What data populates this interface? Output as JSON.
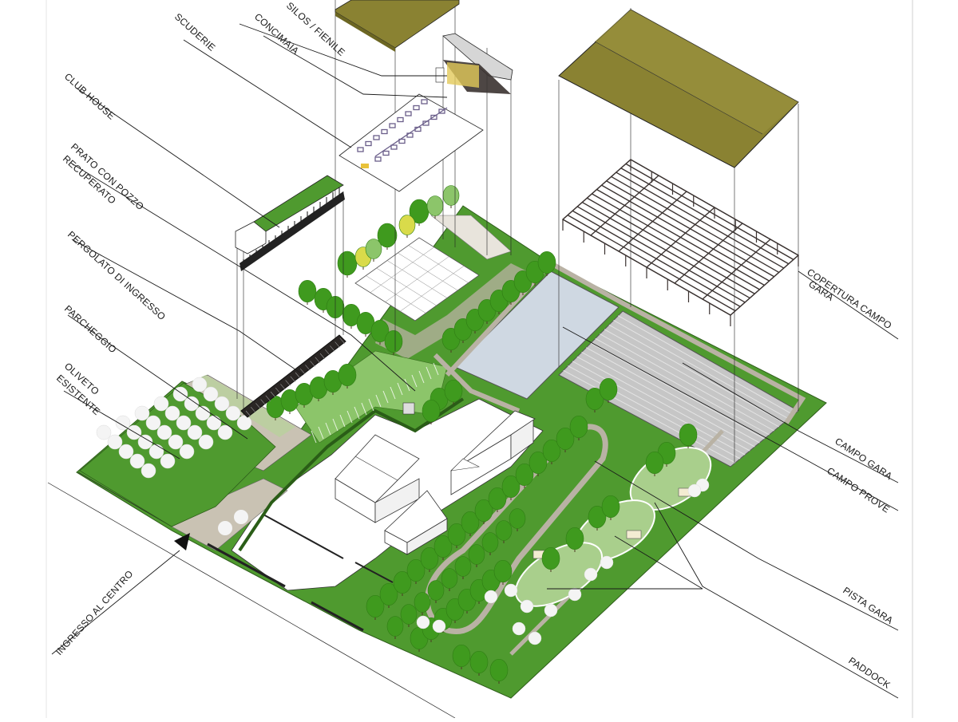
{
  "labels": {
    "silos": "SILOS / FIENILE",
    "scuderie": "SCUDERIE",
    "concimaia": "CONCIMAIA",
    "club_house": "CLUB HOUSE",
    "prato_line1": "PRATO CON POZZO",
    "prato_line2": "RECUPERATO",
    "pergolato": "PERGOLATO DI INGRESSO",
    "parcheggio": "PARCHEGGIO",
    "oliveto_line1": "OLIVETO",
    "oliveto_line2": "ESISTENTE",
    "ingresso": "INGRESSO AL CENTRO",
    "copertura_line1": "COPERTURA CAMPO",
    "copertura_line2": "GARA",
    "campo_gara": "CAMPO GARA",
    "campo_prove": "CAMPO PROVE",
    "pista_gara": "PISTA GARA",
    "paddock": "PADDOCK"
  },
  "colors": {
    "lawn": "#4f9a2f",
    "lawn_light": "#8cc56a",
    "tree": "#3f9a1e",
    "tree_dark": "#2f7d14",
    "tree_yellow": "#d9db4a",
    "path": "#b9b2a4",
    "roof": "#8a8232",
    "roof_dark": "#6c6622",
    "arena": "#cfd8e2",
    "arena_gray": "#c6c6c6",
    "pergola": "#3a3230",
    "olive": "#f4f4f4"
  }
}
